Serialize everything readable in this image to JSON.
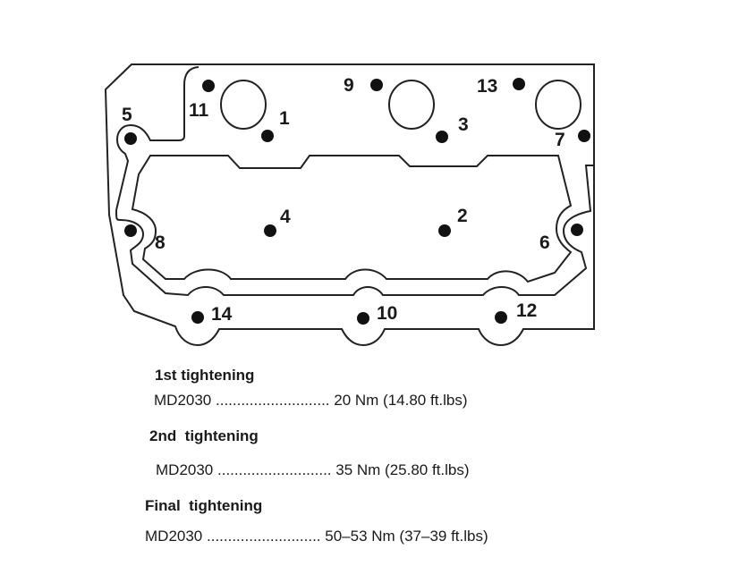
{
  "diagram": {
    "title": "Cylinder head bolt tightening sequence",
    "bolts": [
      {
        "label": "1"
      },
      {
        "label": "2"
      },
      {
        "label": "3"
      },
      {
        "label": "4"
      },
      {
        "label": "5"
      },
      {
        "label": "6"
      },
      {
        "label": "7"
      },
      {
        "label": "8"
      },
      {
        "label": "9"
      },
      {
        "label": "10"
      },
      {
        "label": "11"
      },
      {
        "label": "12"
      },
      {
        "label": "13"
      },
      {
        "label": "14"
      }
    ]
  },
  "specs": [
    {
      "heading": "1st tightening",
      "model": "MD2030",
      "dots": "...........................",
      "value": "20 Nm (14.80 ft.lbs)"
    },
    {
      "heading": "2nd  tightening",
      "model": "MD2030",
      "dots": "...........................",
      "value": "35 Nm (25.80 ft.lbs)"
    },
    {
      "heading": "Final  tightening",
      "model": "MD2030",
      "dots": "...........................",
      "value": "50–53 Nm (37–39 ft.lbs)"
    }
  ]
}
